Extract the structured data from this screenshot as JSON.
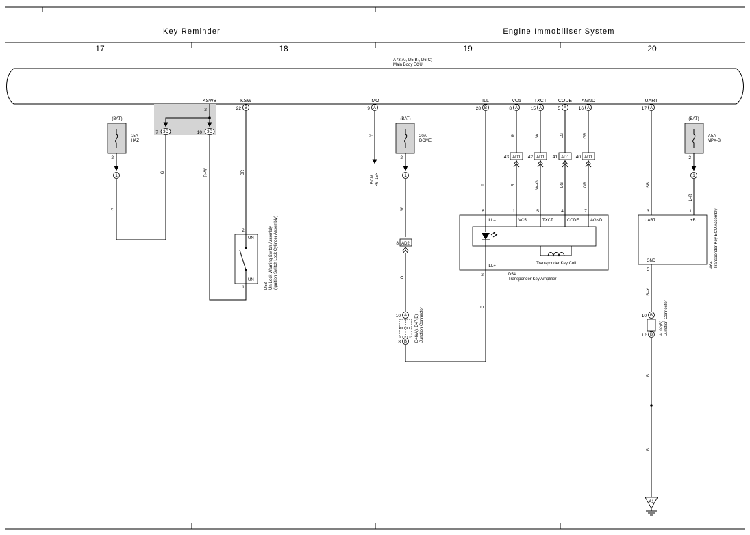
{
  "sections": [
    {
      "title": "Key Reminder"
    },
    {
      "title": "Engine Immobiliser System"
    }
  ],
  "columns": [
    "17",
    "18",
    "19",
    "20"
  ],
  "ecu": {
    "codes": "A73(A), D5(B), D6(C)",
    "name": "Main Body ECU",
    "terminals": [
      {
        "name": "KSWB",
        "pin": "2"
      },
      {
        "name": "KSW",
        "pin": "22",
        "conn": "B"
      },
      {
        "name": "IMO",
        "pin": "9",
        "conn": "A"
      },
      {
        "name": "ILL",
        "pin": "28",
        "conn": "B"
      },
      {
        "name": "VC5",
        "pin": "8",
        "conn": "A"
      },
      {
        "name": "TXCT",
        "pin": "15",
        "conn": "A"
      },
      {
        "name": "CODE",
        "pin": "5",
        "conn": "A"
      },
      {
        "name": "AGND",
        "pin": "16",
        "conn": "A"
      },
      {
        "name": "UART",
        "pin": "17",
        "conn": "A"
      }
    ]
  },
  "fuses": [
    {
      "source": "(BAT)",
      "rating": "15A",
      "name": "HAZ",
      "pin": "2",
      "conn": "1"
    },
    {
      "source": "(BAT)",
      "rating": "20A",
      "name": "DOME",
      "pin": "2",
      "conn": "1"
    },
    {
      "source": "(BAT)",
      "rating": "7.5A",
      "name": "MPX-B",
      "pin": "2",
      "conn": "1"
    }
  ],
  "junction_3c": {
    "left_pin": "7",
    "right_pin": "10",
    "label": "3C"
  },
  "wire_colors": {
    "g_fuse": "G",
    "g_left": "G",
    "rw": "R–W",
    "br": "BR",
    "y_imo": "Y",
    "w_dome": "W",
    "o_1": "O",
    "o_2": "O",
    "y_ill": "Y",
    "r_1": "R",
    "w_txct": "W",
    "lg_1": "LG",
    "gr_1": "GR",
    "r_2": "R",
    "wg": "W–G",
    "lg_2": "LG",
    "gr_2": "GR",
    "sb": "SB",
    "lr": "L–R",
    "by": "B–Y",
    "b_1": "B",
    "b_2": "B"
  },
  "ecm_ref": {
    "line1": "ECM",
    "line2": "<6-15>"
  },
  "ad1": [
    {
      "pin": "43",
      "label": "AD1"
    },
    {
      "pin": "42",
      "label": "AD1"
    },
    {
      "pin": "41",
      "label": "AD1"
    },
    {
      "pin": "40",
      "label": "AD1"
    }
  ],
  "ad2": {
    "pin": "8",
    "label": "AD2"
  },
  "switch_d53": {
    "code": "D53",
    "name1": "Un-Lock Warning Switch Assembly",
    "name2": "(Ignition Switch Lock Cylinder Assembly)",
    "top_pin": "2",
    "top_term": "UN–",
    "bot_pin": "1",
    "bot_term": "UN+"
  },
  "amplifier": {
    "code": "D54",
    "name": "Transponder Key Amplifier",
    "coil": "Transponder Key Coil",
    "terms": [
      {
        "pin": "6",
        "name": "ILL–"
      },
      {
        "pin": "1",
        "name": "VC5"
      },
      {
        "pin": "5",
        "name": "TXCT"
      },
      {
        "pin": "4",
        "name": "CODE"
      },
      {
        "pin": "7",
        "name": "AGND"
      }
    ],
    "bottom": {
      "pin": "2",
      "name": "ILL+"
    }
  },
  "jc_d46": {
    "code": "D46(A), D47(B)",
    "name": "Junction Connector",
    "top_pin": "10",
    "top_conn": "A",
    "bot_pin": "8",
    "bot_conn": "B"
  },
  "ecu_a64": {
    "code": "A64",
    "name": "Transponder Key ECU Assembly",
    "t_left_pin": "3",
    "t_left": "UART",
    "t_right_pin": "1",
    "t_right": "+B",
    "gnd": "GND",
    "gnd_pin": "5"
  },
  "jc_a102": {
    "code": "A102(B)",
    "name": "Junction Connector",
    "top_pin": "10",
    "top_conn": "B",
    "bot_pin": "12",
    "bot_conn": "B"
  },
  "ground": {
    "label": "A1"
  }
}
